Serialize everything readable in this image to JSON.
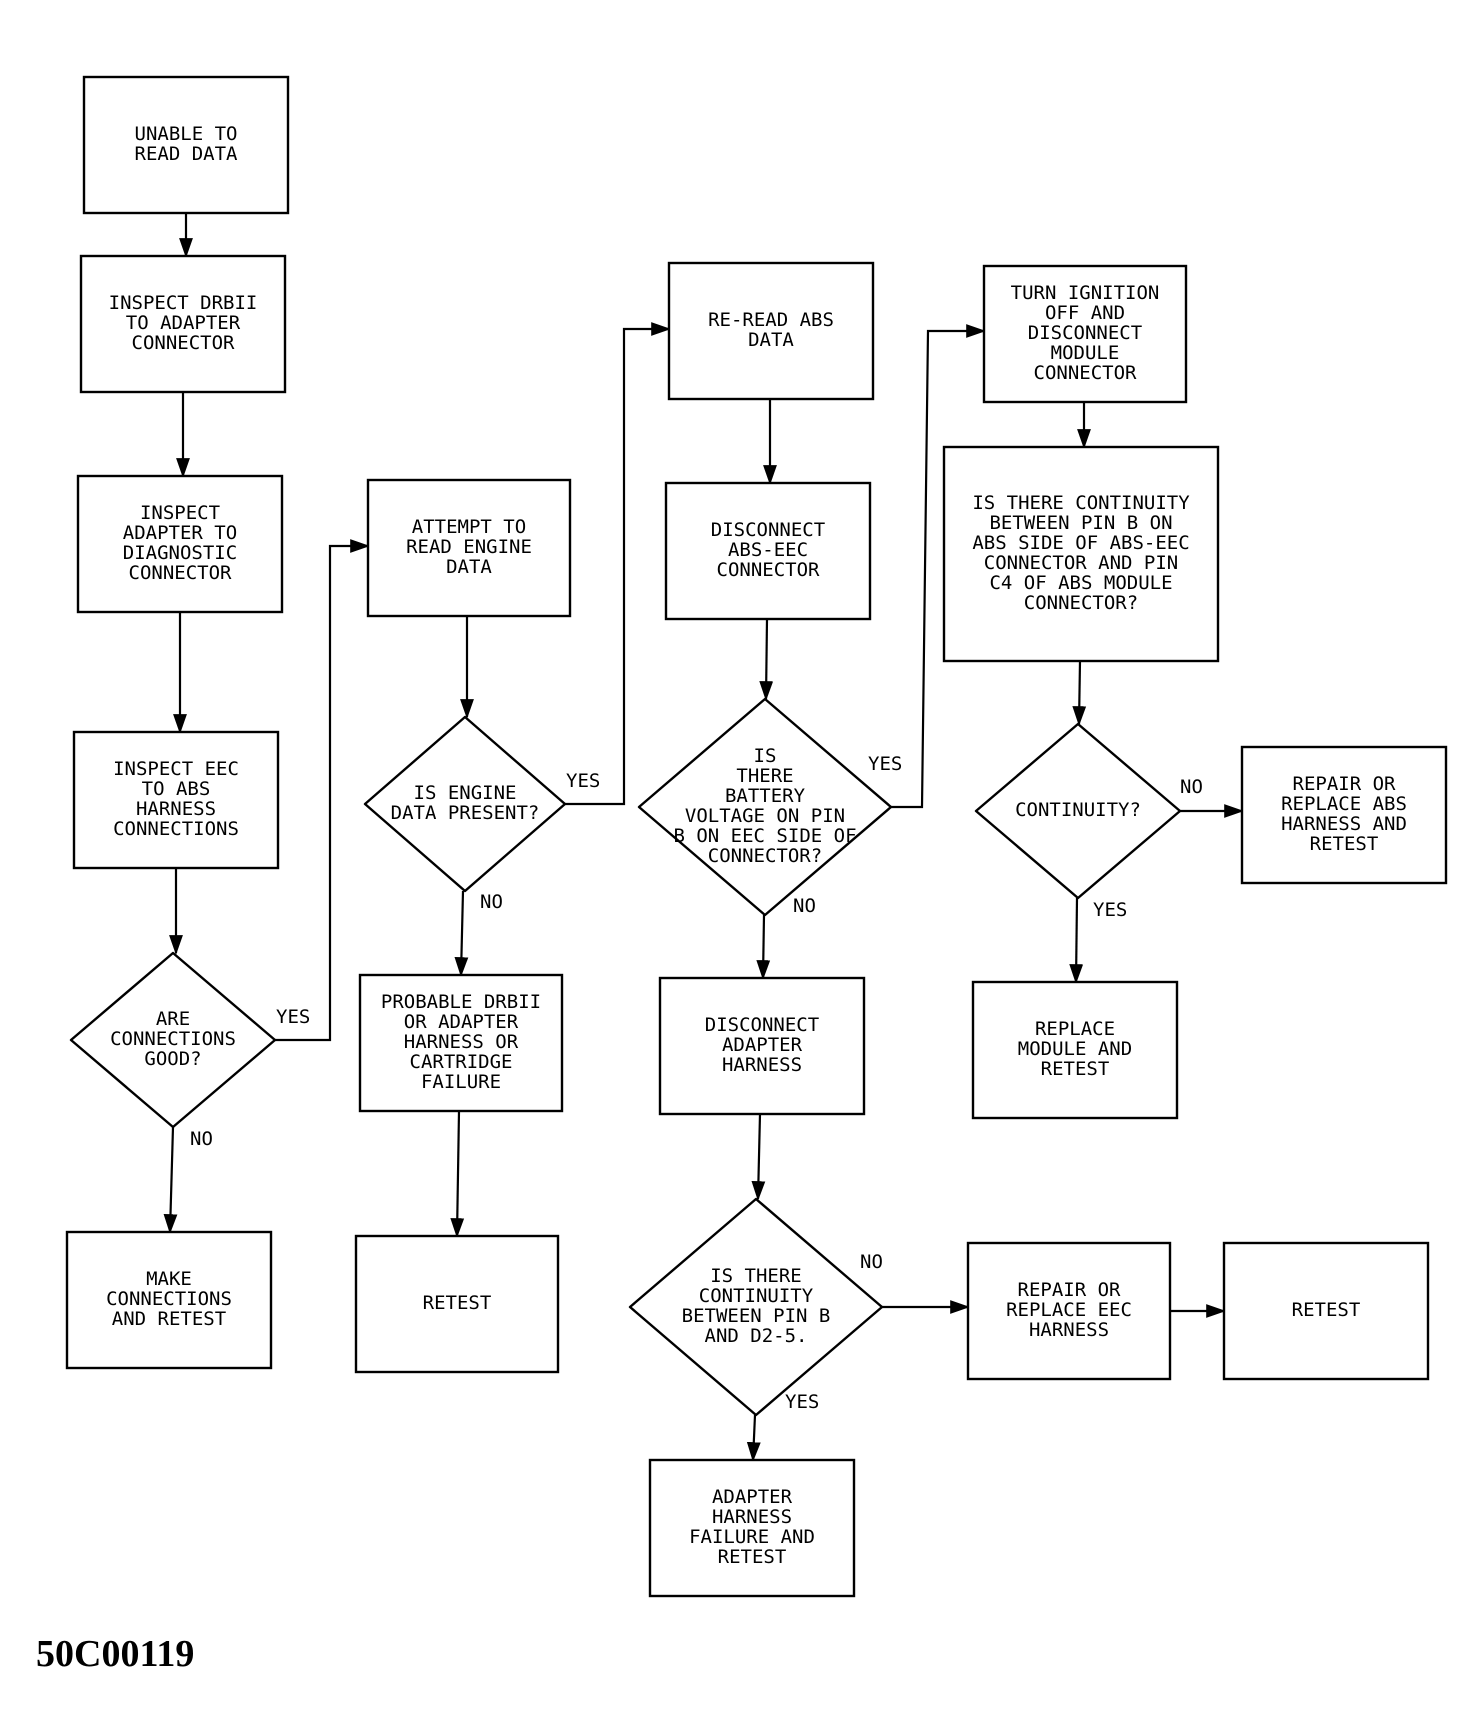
{
  "figure_id": "50C00119",
  "nodes": {
    "n1": {
      "shape": "box",
      "lines": [
        "UNABLE TO",
        "READ DATA"
      ]
    },
    "n2": {
      "shape": "box",
      "lines": [
        "INSPECT DRBII",
        "TO ADAPTER",
        "CONNECTOR"
      ]
    },
    "n3": {
      "shape": "box",
      "lines": [
        "INSPECT",
        "ADAPTER TO",
        "DIAGNOSTIC",
        "CONNECTOR"
      ]
    },
    "n4": {
      "shape": "box",
      "lines": [
        "INSPECT EEC",
        "TO ABS",
        "HARNESS",
        "CONNECTIONS"
      ]
    },
    "d1": {
      "shape": "diamond",
      "lines": [
        "ARE",
        "CONNECTIONS",
        "GOOD?"
      ]
    },
    "n5": {
      "shape": "box",
      "lines": [
        "MAKE",
        "CONNECTIONS",
        "AND RETEST"
      ]
    },
    "n6": {
      "shape": "box",
      "lines": [
        "ATTEMPT TO",
        "READ ENGINE",
        "DATA"
      ]
    },
    "d2": {
      "shape": "diamond",
      "lines": [
        "IS ENGINE",
        "DATA PRESENT?"
      ]
    },
    "n7": {
      "shape": "box",
      "lines": [
        "PROBABLE DRBII",
        "OR ADAPTER",
        "HARNESS OR",
        "CARTRIDGE",
        "FAILURE"
      ]
    },
    "n8": {
      "shape": "box",
      "lines": [
        "RETEST"
      ]
    },
    "n9": {
      "shape": "box",
      "lines": [
        "RE-READ ABS",
        "DATA"
      ]
    },
    "n10": {
      "shape": "box",
      "lines": [
        "DISCONNECT",
        "ABS-EEC",
        "CONNECTOR"
      ]
    },
    "d3": {
      "shape": "diamond",
      "lines": [
        "IS",
        "THERE",
        "BATTERY",
        "VOLTAGE ON PIN",
        "B ON EEC SIDE OF",
        "CONNECTOR?"
      ]
    },
    "n11": {
      "shape": "box",
      "lines": [
        "DISCONNECT",
        "ADAPTER",
        "HARNESS"
      ]
    },
    "d4": {
      "shape": "diamond",
      "lines": [
        "IS THERE",
        "CONTINUITY",
        "BETWEEN PIN B",
        "AND D2-5."
      ]
    },
    "n12": {
      "shape": "box",
      "lines": [
        "ADAPTER",
        "HARNESS",
        "FAILURE AND",
        "RETEST"
      ]
    },
    "n13": {
      "shape": "box",
      "lines": [
        "REPAIR OR",
        "REPLACE EEC",
        "HARNESS"
      ]
    },
    "n14": {
      "shape": "box",
      "lines": [
        "RETEST"
      ]
    },
    "n15": {
      "shape": "box",
      "lines": [
        "TURN IGNITION",
        "OFF AND",
        "DISCONNECT",
        "MODULE",
        "CONNECTOR"
      ]
    },
    "n16": {
      "shape": "box",
      "lines": [
        "IS THERE CONTINUITY",
        "BETWEEN PIN B ON",
        "ABS SIDE OF ABS-EEC",
        "CONNECTOR AND PIN",
        "C4 OF ABS MODULE",
        "CONNECTOR?"
      ]
    },
    "d5": {
      "shape": "diamond",
      "lines": [
        "CONTINUITY?"
      ]
    },
    "n17": {
      "shape": "box",
      "lines": [
        "REPAIR OR",
        "REPLACE ABS",
        "HARNESS AND",
        "RETEST"
      ]
    },
    "n18": {
      "shape": "box",
      "lines": [
        "REPLACE",
        "MODULE AND",
        "RETEST"
      ]
    }
  },
  "edges": [
    {
      "from": "n1",
      "to": "n2",
      "label": ""
    },
    {
      "from": "n2",
      "to": "n3",
      "label": ""
    },
    {
      "from": "n3",
      "to": "n4",
      "label": ""
    },
    {
      "from": "n4",
      "to": "d1",
      "label": ""
    },
    {
      "from": "d1",
      "to": "n6",
      "label": "YES"
    },
    {
      "from": "d1",
      "to": "n5",
      "label": "NO"
    },
    {
      "from": "n6",
      "to": "d2",
      "label": ""
    },
    {
      "from": "d2",
      "to": "n9",
      "label": "YES"
    },
    {
      "from": "d2",
      "to": "n7",
      "label": "NO"
    },
    {
      "from": "n7",
      "to": "n8",
      "label": ""
    },
    {
      "from": "n9",
      "to": "n10",
      "label": ""
    },
    {
      "from": "n10",
      "to": "d3",
      "label": ""
    },
    {
      "from": "d3",
      "to": "n15",
      "label": "YES"
    },
    {
      "from": "d3",
      "to": "n11",
      "label": "NO"
    },
    {
      "from": "n11",
      "to": "d4",
      "label": ""
    },
    {
      "from": "d4",
      "to": "n13",
      "label": "NO"
    },
    {
      "from": "d4",
      "to": "n12",
      "label": "YES"
    },
    {
      "from": "n13",
      "to": "n14",
      "label": ""
    },
    {
      "from": "n15",
      "to": "n16",
      "label": ""
    },
    {
      "from": "n16",
      "to": "d5",
      "label": ""
    },
    {
      "from": "d5",
      "to": "n17",
      "label": "NO"
    },
    {
      "from": "d5",
      "to": "n18",
      "label": "YES"
    }
  ]
}
